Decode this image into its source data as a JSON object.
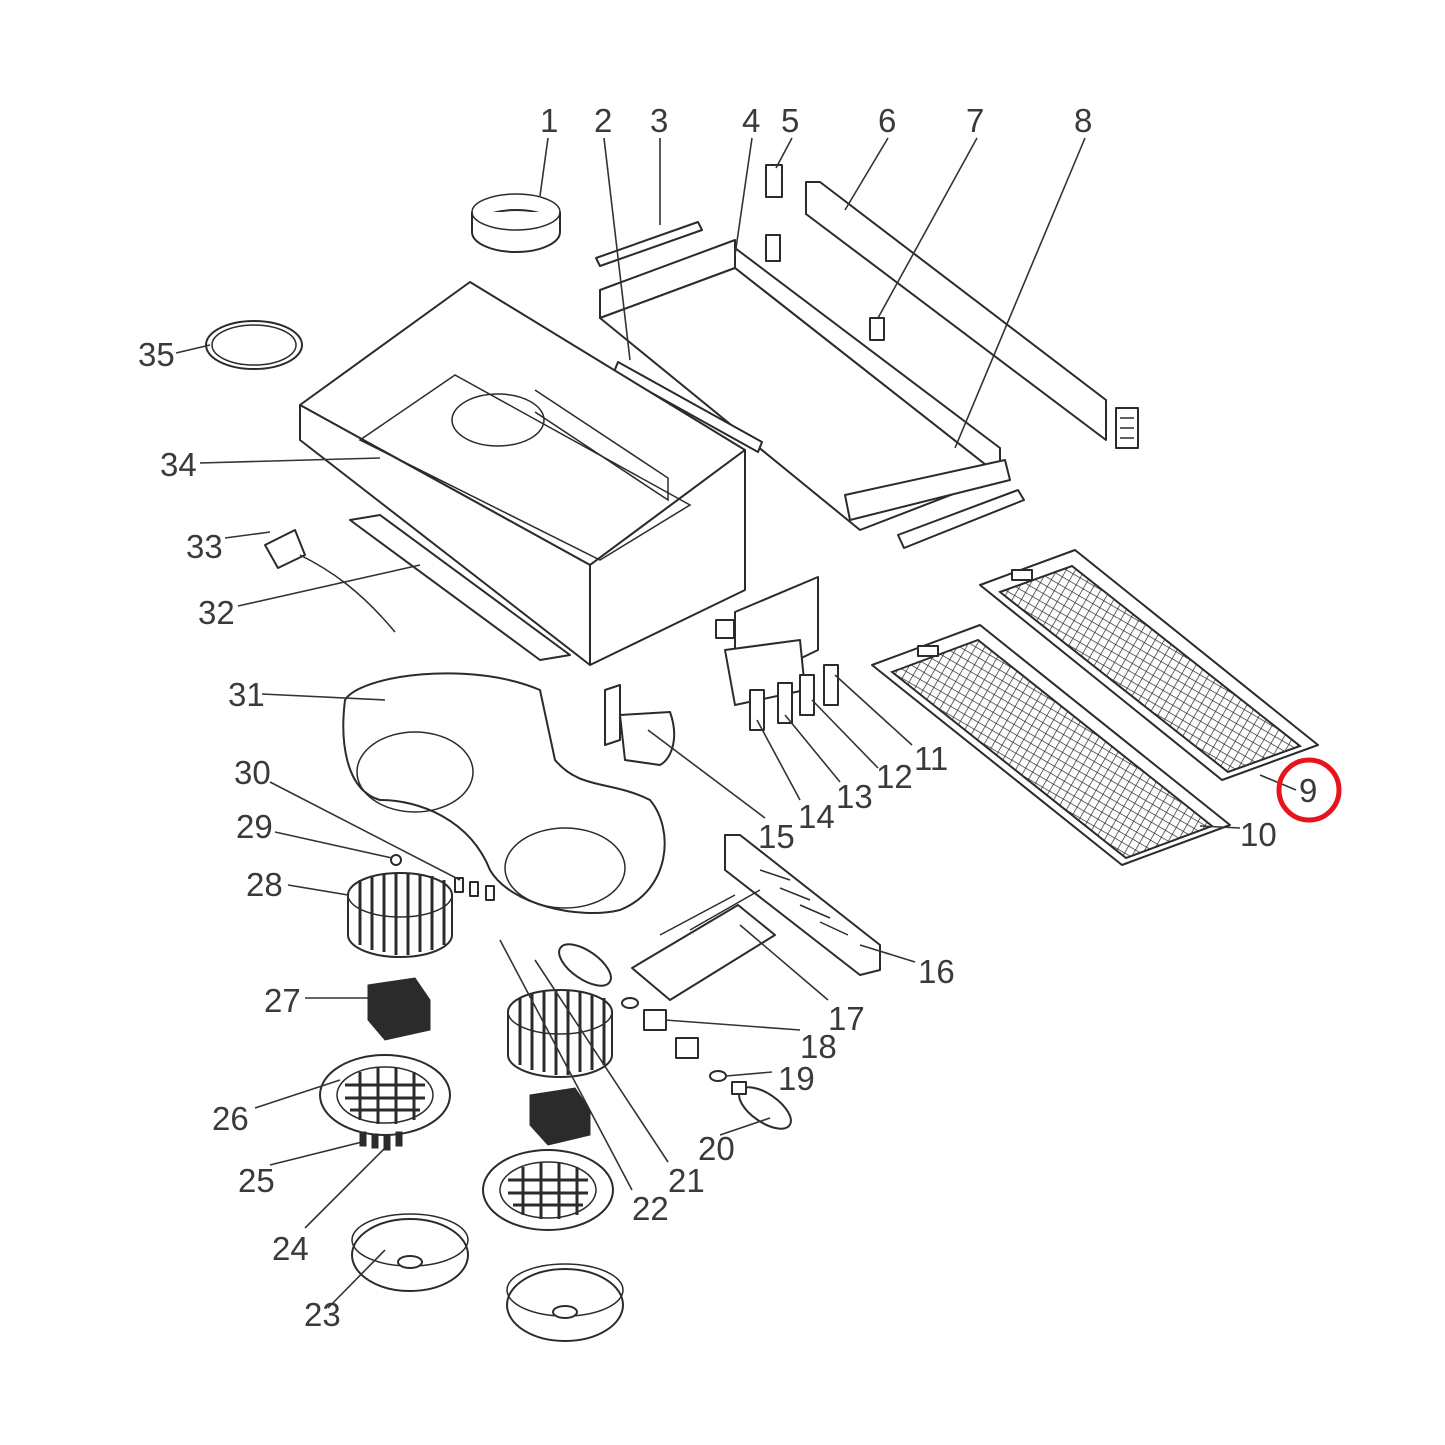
{
  "labels": {
    "l1": "1",
    "l2": "2",
    "l3": "3",
    "l4": "4",
    "l5": "5",
    "l6": "6",
    "l7": "7",
    "l8": "8",
    "l9": "9",
    "l10": "10",
    "l11": "11",
    "l12": "12",
    "l13": "13",
    "l14": "14",
    "l15": "15",
    "l16": "16",
    "l17": "17",
    "l18": "18",
    "l19": "19",
    "l20": "20",
    "l21": "21",
    "l22": "22",
    "l23": "23",
    "l24": "24",
    "l25": "25",
    "l26": "26",
    "l27": "27",
    "l28": "28",
    "l29": "29",
    "l30": "30",
    "l31": "31",
    "l32": "32",
    "l33": "33",
    "l34": "34",
    "l35": "35"
  },
  "highlight": {
    "part": "9",
    "color": "#e8141c"
  },
  "colors": {
    "line": "#2b2b2b",
    "label": "#3a3a3a",
    "background": "#ffffff"
  }
}
